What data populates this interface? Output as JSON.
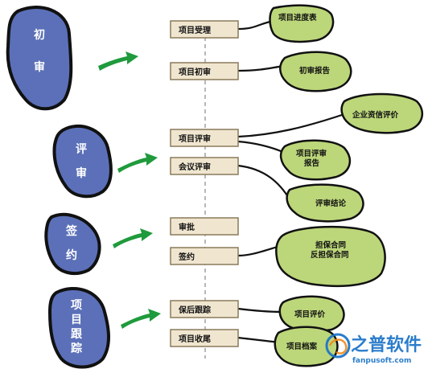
{
  "stages": [
    {
      "id": "chushen",
      "label": "初\n审"
    },
    {
      "id": "pingshen",
      "label": "评\n审"
    },
    {
      "id": "qianyue",
      "label": "签\n约"
    },
    {
      "id": "genzong",
      "label": "项\n目\n跟\n踪"
    }
  ],
  "process_boxes": [
    "项目受理",
    "项目初审",
    "项目评审",
    "会议评审",
    "审批",
    "签约",
    "保后跟踪",
    "项目收尾"
  ],
  "outputs": [
    "项目进度表",
    "初审报告",
    "企业资信评价",
    "项目评审\n报告",
    "评审结论",
    "担保合同\n反担保合同",
    "项目评价",
    "项目档案"
  ],
  "watermark": {
    "name": "之普软件",
    "url": "fanpusoft.com"
  },
  "colors": {
    "stage_fill": "#5b70b8",
    "box_fill": "#f0e6d0",
    "box_stroke": "#8a7a5a",
    "output_fill": "#bcd67a",
    "arrow": "#1f9a3c",
    "outline": "#111111",
    "spine": "#888888"
  }
}
